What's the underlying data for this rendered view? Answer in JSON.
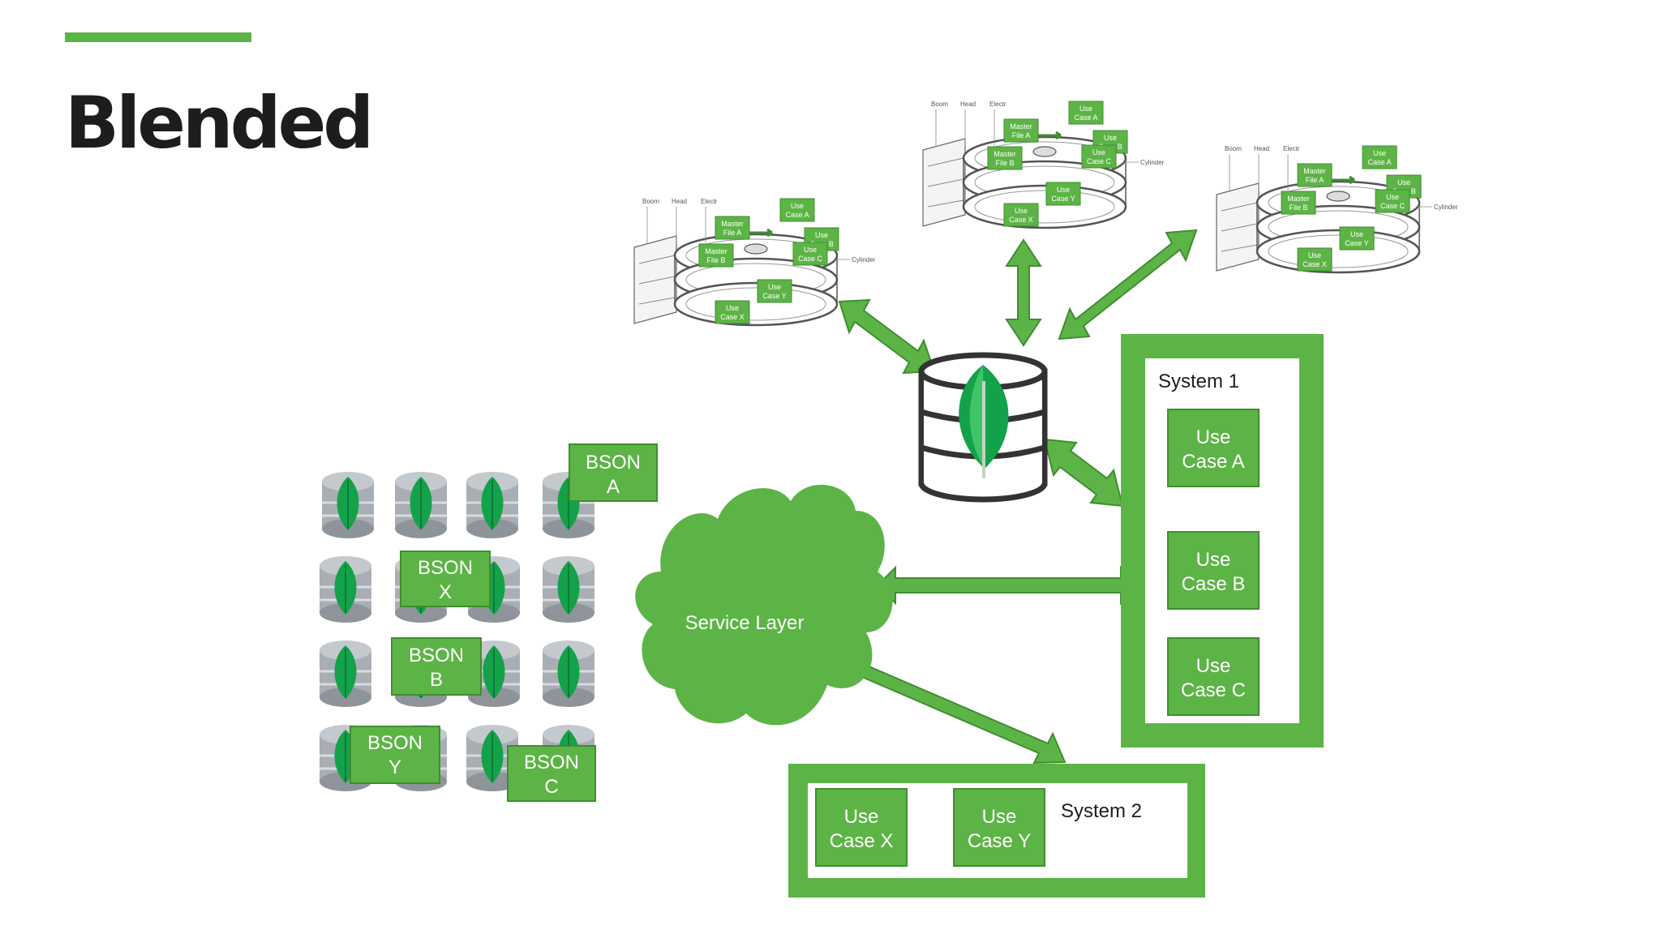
{
  "title": "Blended",
  "colors": {
    "accent": "#5db446",
    "box_fill": "#5db446",
    "box_border": "#3f8e2f",
    "cloud": "#5db446",
    "leaf": "#13a24a",
    "db_body": "#a8aeb3",
    "text_dark": "#1d1d1d",
    "text_light": "#ffffff"
  },
  "central_database": {
    "icon": "mongodb-leaf-database-icon"
  },
  "service_layer": {
    "label": "Service Layer"
  },
  "system1": {
    "label": "System 1",
    "use_cases": [
      {
        "line1": "Use",
        "line2": "Case A"
      },
      {
        "line1": "Use",
        "line2": "Case B"
      },
      {
        "line1": "Use",
        "line2": "Case C"
      }
    ]
  },
  "system2": {
    "label": "System 2",
    "use_cases": [
      {
        "line1": "Use",
        "line2": "Case X"
      },
      {
        "line1": "Use",
        "line2": "Case Y"
      }
    ]
  },
  "bson_labels": [
    {
      "line1": "BSON",
      "line2": "A"
    },
    {
      "line1": "BSON",
      "line2": "X"
    },
    {
      "line1": "BSON",
      "line2": "B"
    },
    {
      "line1": "BSON",
      "line2": "Y"
    },
    {
      "line1": "BSON",
      "line2": "C"
    }
  ],
  "disk": {
    "top_labels": [
      "Boom",
      "Head",
      "Electr"
    ],
    "cylinder_label": "Cylinder",
    "boxes": [
      {
        "line1": "Use",
        "line2": "Case A"
      },
      {
        "line1": "Master",
        "line2": "File A"
      },
      {
        "line1": "Use",
        "line2": "Case B"
      },
      {
        "line1": "Master",
        "line2": "File B"
      },
      {
        "line1": "Use",
        "line2": "Case C"
      },
      {
        "line1": "Use",
        "line2": "Case Y"
      },
      {
        "line1": "Use",
        "line2": "Case X"
      }
    ]
  }
}
